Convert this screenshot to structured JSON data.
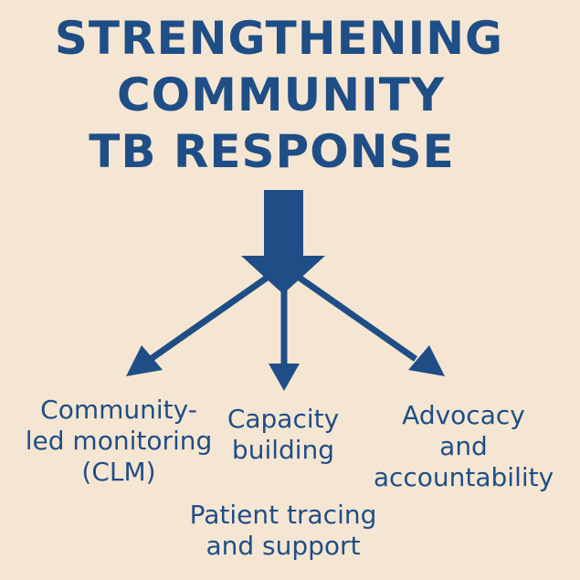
{
  "title": {
    "lines": [
      "STRENGTHENING",
      "COMMUNITY",
      "TB RESPONSE"
    ]
  },
  "branches": {
    "clm": {
      "lines": [
        "Community-",
        "led monitoring",
        "(CLM)"
      ]
    },
    "capacity": {
      "lines": [
        "Capacity",
        "building"
      ]
    },
    "advocacy": {
      "lines": [
        "Advocacy",
        "and",
        "accountability"
      ]
    },
    "patient": {
      "lines": [
        "Patient tracing",
        "and support"
      ]
    }
  },
  "colors": {
    "background": "#f5e6d3",
    "primary": "#1f4e86"
  },
  "icons": {
    "main": "down-arrow-icon",
    "branches": [
      "arrow-down-left-icon",
      "arrow-down-icon",
      "arrow-down-right-icon"
    ]
  }
}
